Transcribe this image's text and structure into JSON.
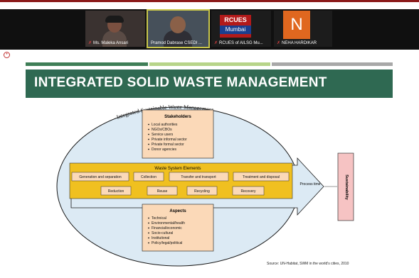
{
  "participants": [
    {
      "name": "Ms. Maleka Ansari",
      "kind": "video"
    },
    {
      "name": "Pramod Dabrase CSEDI ...",
      "kind": "video"
    },
    {
      "name": "RCUES of AILSG Mu...",
      "kind": "logo",
      "logo_top": "RCUES",
      "logo_bottom": "Mumbai"
    },
    {
      "name": "NEHA HARDIKAR",
      "kind": "avatar",
      "initial": "N"
    }
  ],
  "slide": {
    "title": "INTEGRATED SOLID WASTE MANAGEMENT",
    "bar_colors": [
      "#3f7e57",
      "#b7d489",
      "#a8a8a8"
    ],
    "title_band_color": "#2f6952"
  },
  "diagram": {
    "ellipse_label": "Integrated Sustainable Waste Management",
    "stakeholders": {
      "title": "Stakeholders",
      "items": [
        "Local authorities",
        "NGOs/CBOs",
        "Service users",
        "Private informal sector",
        "Private formal sector",
        "Donor agencies"
      ]
    },
    "waste_system": {
      "title": "Waste System Elements",
      "row1": [
        "Generation and separation",
        "Collection",
        "Transfer and transport",
        "Treatment and disposal"
      ],
      "row2": [
        "Reduction",
        "Reuse",
        "Recycling",
        "Recovery"
      ]
    },
    "process_label": "Process time",
    "sustainability_label": "Sustainability",
    "aspects": {
      "title": "Aspects",
      "items": [
        "Technical",
        "Environmental/health",
        "Financial/economic",
        "Socio-cultural",
        "Institutional",
        "Policy/legal/political"
      ]
    },
    "source": "Source: UN-Habitat, SWM in the world's cities, 2010",
    "colors": {
      "ellipse": "#dceaf4",
      "box": "#fbd9b8",
      "band": "#f0c020",
      "arrow": "#dceaf4",
      "sustain": "#f6c3c3"
    }
  }
}
